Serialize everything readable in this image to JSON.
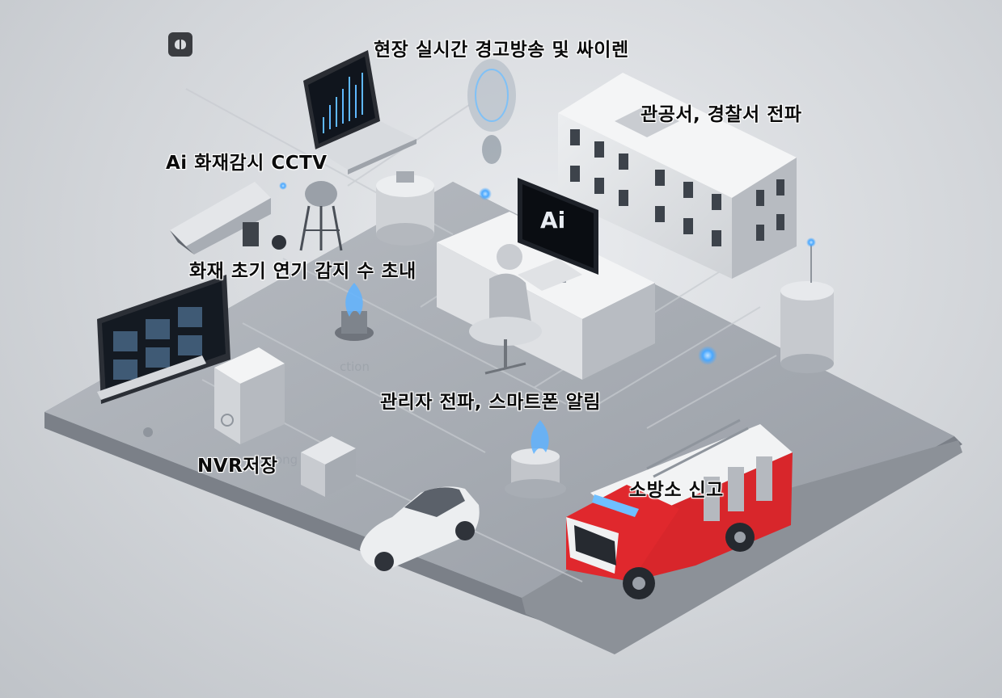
{
  "labels": {
    "warning_broadcast": "현장 실시간 경고방송 및 싸이렌",
    "government_notice": "관공서, 경찰서 전파",
    "ai_cctv": "Ai 화재감시 CCTV",
    "early_detection": "화재 초기 연기 감지 수 초내",
    "admin_alert": "관리자 전파, 스마트폰 알림",
    "nvr_storage": "NVR저장",
    "fire_station_report": "소방소 신고"
  },
  "monitor_text": "Ai",
  "faint_texts": {
    "action": "ction",
    "ng": "ong"
  },
  "icons": {
    "top_left": "brain-icon"
  },
  "colors": {
    "platform": "#9ea3aa",
    "fire_truck_red": "#d8262b",
    "glow_blue": "#4aa8ff",
    "label_text": "#0b0b0b"
  }
}
